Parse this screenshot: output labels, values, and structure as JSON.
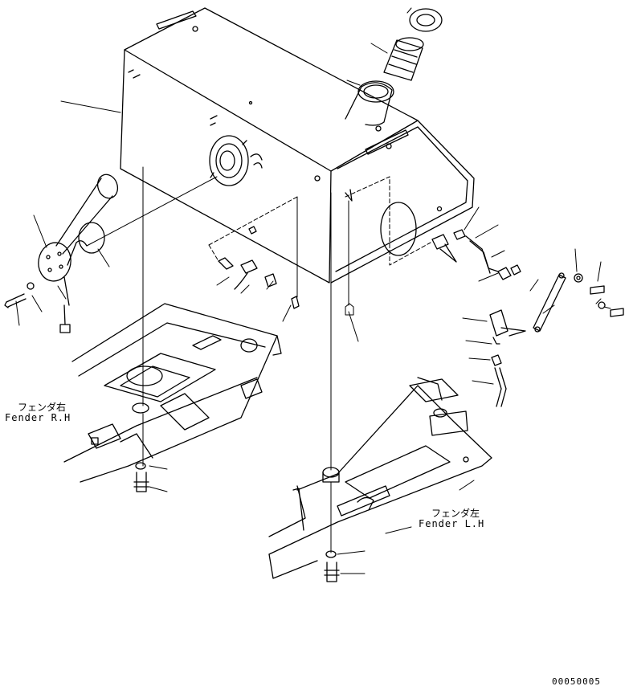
{
  "labels": {
    "fender_rh_jp": "フェンダ右",
    "fender_rh_en": "Fender R.H",
    "fender_lh_jp": "フェンダ左",
    "fender_lh_en": "Fender L.H",
    "drawing_number": "00050005"
  }
}
